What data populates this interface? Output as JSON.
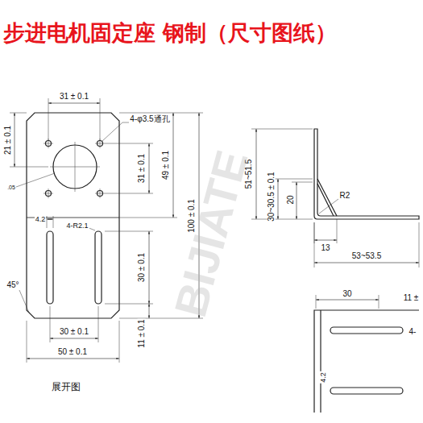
{
  "diagram": {
    "title": "步进电机固定座 钢制（尺寸图纸）",
    "labels": [
      "31 ± 0.1",
      "4-φ3.5通孔",
      "21 ± 0.1",
      "31 ± 0.1",
      "49 ± 0.1",
      "100 ± 0.1",
      "4-R2.1",
      "4.2",
      "30 ± 0.1",
      "45°",
      "30 ± 0.1",
      "11 ± 0.1",
      "50 ± 0.1",
      "展开图",
      "51~51.5",
      "30~30.5 ± 0.1",
      "20",
      "R2",
      "13",
      "53~53.5",
      "30",
      "11 ±",
      "4-",
      "4.2",
      "BIJIATE",
      ".05"
    ]
  }
}
